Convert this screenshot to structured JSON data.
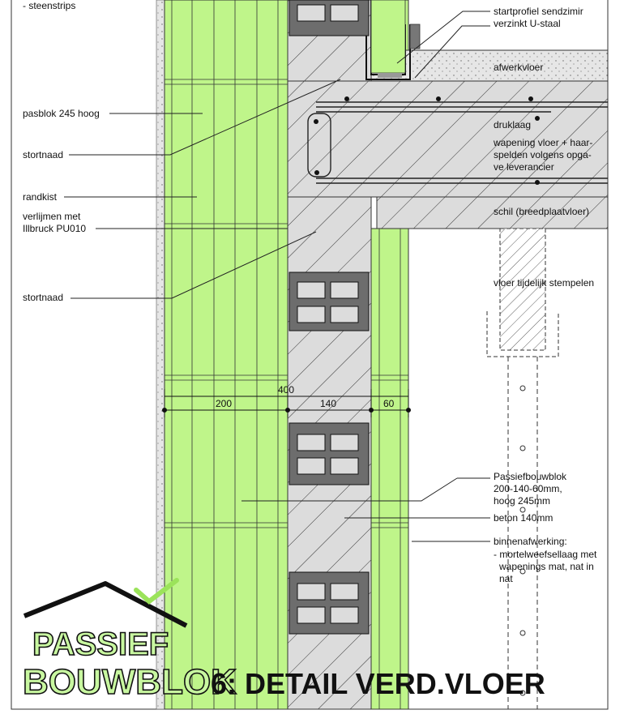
{
  "labels_left": {
    "steenstrips": "- steenstrips",
    "pasblok": "pasblok 245 hoog",
    "stortnaad1": "stortnaad",
    "randkist": "randkist",
    "verlijmen1": "verlijmen met",
    "verlijmen2": "Illbruck PU010",
    "stortnaad2": "stortnaad"
  },
  "labels_right": {
    "startprofiel1": "startprofiel sendzimir",
    "startprofiel2": "verzinkt U-staal",
    "afwerkvloer": "afwerkvloer",
    "druklaag": "druklaag",
    "wapening1": "wapening vloer + haar-",
    "wapening2": "spelden volgens opga-",
    "wapening3": "ve leverancier",
    "schil": "schil (breedplaatvloer)",
    "stempelen": "vloer tijdelijk stempelen",
    "passief1": "Passiefbouwblok",
    "passief2": "200-140-60mm,",
    "passief3": "hoog 245mm",
    "beton": "beton 140mm",
    "binnen1": "binnenafwerking:",
    "binnen2": "- mortelweefsellaag met",
    "binnen3": "wapenings mat, nat in",
    "binnen4": "nat"
  },
  "dimensions": {
    "total": "400",
    "outer": "200",
    "core": "140",
    "inner": "60"
  },
  "logo": {
    "line1": "PASSIEF",
    "line2": "BOUWBLOK"
  },
  "title": "6: DETAIL VERD.VLOER",
  "colors": {
    "insulation_green": "#bff58a",
    "concrete_grey": "#d9d9d9",
    "block_grey": "#6d6d6d"
  }
}
